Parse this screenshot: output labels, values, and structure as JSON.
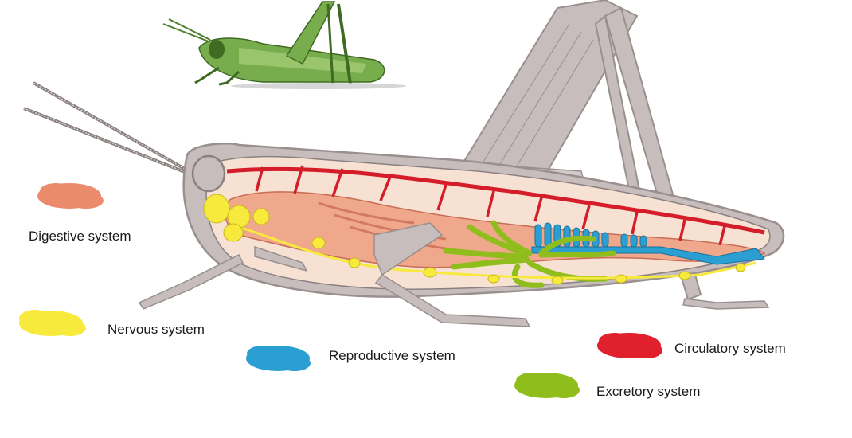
{
  "legend": [
    {
      "key": "digestive",
      "label": "Digestive system",
      "color": "#ec8a6c"
    },
    {
      "key": "nervous",
      "label": "Nervous system",
      "color": "#f8ea3c"
    },
    {
      "key": "reproductive",
      "label": "Reproductive system",
      "color": "#2b9fd2"
    },
    {
      "key": "circulatory",
      "label": "Circulatory system",
      "color": "#e1202e"
    },
    {
      "key": "excretory",
      "label": "Excretory system",
      "color": "#8fbe1c"
    }
  ],
  "colors": {
    "body_outline": "#9a8f8f",
    "body_fill": "#c7bdbd",
    "gut_fill": "#f0a88c",
    "cavity_fill": "#f6e1d3",
    "grasshopper_green": "#6fa34a"
  },
  "icons": {
    "specimen": "grasshopper-photo-icon",
    "cutaway": "grasshopper-anatomy-cutaway"
  }
}
